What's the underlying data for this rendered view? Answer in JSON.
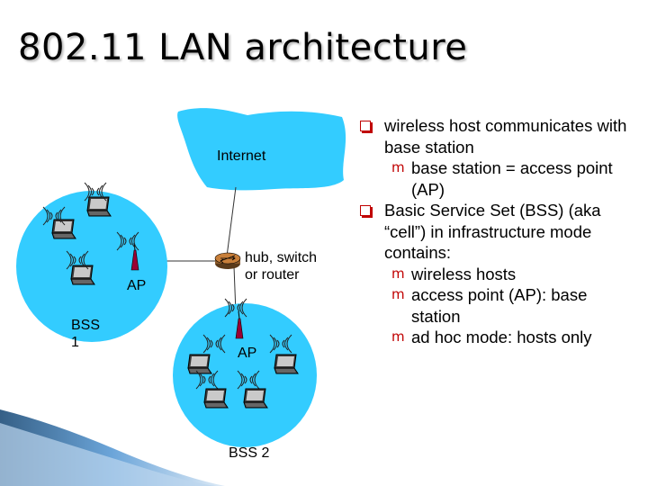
{
  "title": "802.11 LAN architecture",
  "labels": {
    "internet": "Internet",
    "hub_line1": "hub, switch",
    "hub_line2": "or router",
    "ap_left": "AP",
    "bss1_line1": "BSS",
    "bss1_line2": "1",
    "ap_bottom": "AP",
    "bss2": "BSS 2"
  },
  "bullets": [
    {
      "level": 1,
      "text": "wireless host communicates with base station"
    },
    {
      "level": 2,
      "text": "base station = access point (AP)"
    },
    {
      "level": 1,
      "text": "Basic Service Set (BSS) (aka “cell”) in infrastructure mode contains:"
    },
    {
      "level": 2,
      "text": "wireless hosts"
    },
    {
      "level": 2,
      "text": "access point (AP): base station"
    },
    {
      "level": 2,
      "text": "ad hoc mode: hosts only"
    }
  ],
  "colors": {
    "cloud": "#33ccff",
    "cell": "#33ccff",
    "bullet_marker": "#c00000",
    "ap_antenna": "#990033"
  },
  "icons": {
    "bullet_level1": "hollow-square-icon",
    "bullet_level2": "m-glyph-icon"
  }
}
